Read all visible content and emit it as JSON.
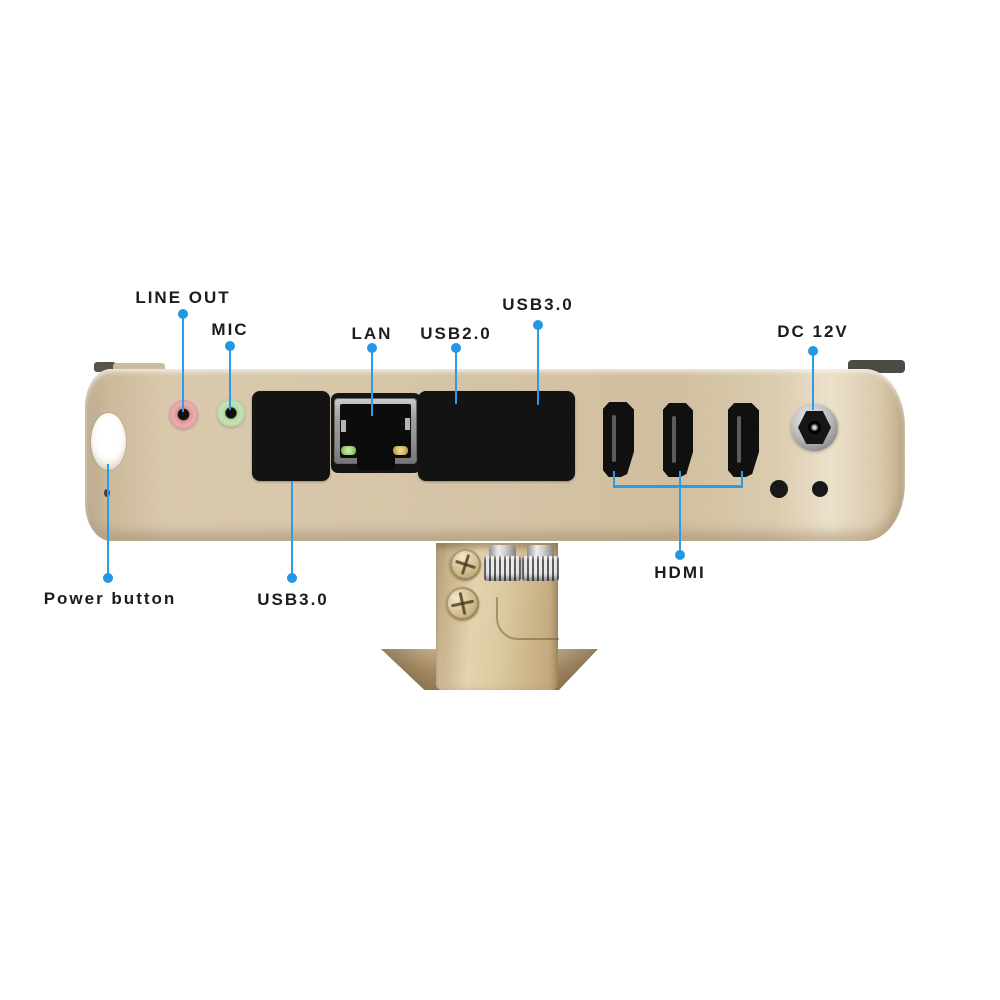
{
  "scene": {
    "type": "product-callout-diagram",
    "background": "#ffffff",
    "subject": "mini PC rear I/O panel on metal stand"
  },
  "callouts": {
    "line_out": {
      "label": "LINE OUT"
    },
    "mic": {
      "label": "MIC"
    },
    "lan": {
      "label": "LAN"
    },
    "usb2": {
      "label": "USB2.0"
    },
    "usb3_top": {
      "label": "USB3.0"
    },
    "dc_12v": {
      "label": "DC 12V"
    },
    "power_button": {
      "label": "Power button"
    },
    "usb3_bottom": {
      "label": "USB3.0"
    },
    "hdmi": {
      "label": "HDMI"
    }
  },
  "device": {
    "ports_visible": [
      "power button (side oval)",
      "line-out 3.5mm jack (pink)",
      "mic 3.5mm jack (green)",
      "4x USB 3.0 (blue tongue)",
      "2x USB 2.0 (black tongue)",
      "RJ45 LAN with green/amber LEDs",
      "3x HDMI (vertical)",
      "DC 12V barrel jack",
      "2x antenna holes"
    ]
  },
  "colors": {
    "callout_line": "#2b9ce8",
    "callout_dot": "#2396e4",
    "label_text": "#1c1c1e",
    "chassis_gold": "#d7c6a8",
    "stand_gold_dark": "#a98f67",
    "usb3_tongue_blue": "#2b57d5",
    "line_out_pink": "#e7a2a4",
    "mic_green": "#bcd9a8",
    "lan_led_green": "#9ed07a",
    "lan_led_amber": "#d2b457",
    "port_black": "#131313",
    "metal_silver": "#bdbdbd"
  }
}
